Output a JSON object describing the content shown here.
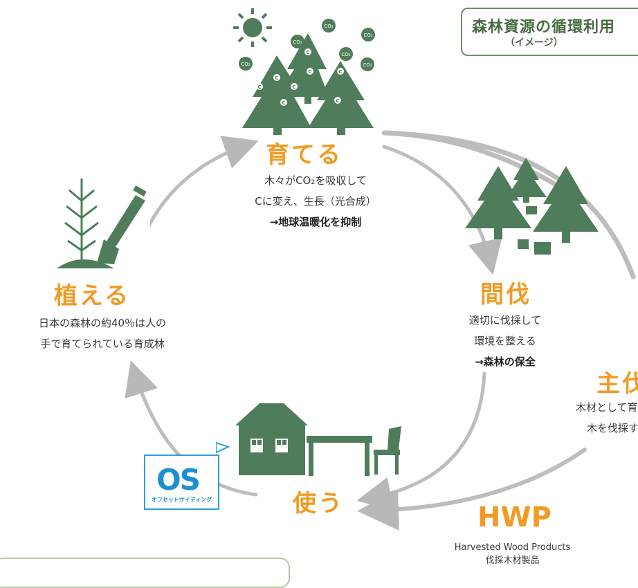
{
  "colors": {
    "accent_orange": "#f29b24",
    "tree_green": "#4f7d5c",
    "arrow_gray": "#b8b8b8",
    "os_blue": "#1c8fd0",
    "title_green": "#4a6a44"
  },
  "header": {
    "title": "森林資源の循環利用",
    "subtitle": "（イメージ）"
  },
  "stages": {
    "grow": {
      "title": "育てる",
      "line1": "木々がCO₂を吸収して",
      "line2": "Cに変え、生長（光合成）",
      "line3": "→地球温暖化を抑制",
      "co2_label": "CO₂",
      "c_label": "C"
    },
    "thin": {
      "title": "間伐",
      "line1": "適切に伐採して",
      "line2": "環境を整える",
      "line3": "→森林の保全"
    },
    "harvest": {
      "title": "主伐",
      "line1": "木材として育",
      "line2": "木を伐採す"
    },
    "use": {
      "title": "使う"
    },
    "plant": {
      "title": "植える",
      "line1": "日本の森林の約40％は人の",
      "line2": "手で育てられている育成林"
    }
  },
  "os_badge": {
    "logo": "OS",
    "caption": "オフセットサイディング"
  },
  "hwp": {
    "title": "HWP",
    "line1": "Harvested Wood Products",
    "line2": "伐採木材製品"
  },
  "icons": [
    "sun-icon",
    "co2-bubble-icon",
    "evergreen-tree-icon",
    "stump-icon",
    "sapling-icon",
    "shovel-icon",
    "house-icon",
    "table-icon",
    "chair-icon",
    "cycle-arrow-icon"
  ]
}
